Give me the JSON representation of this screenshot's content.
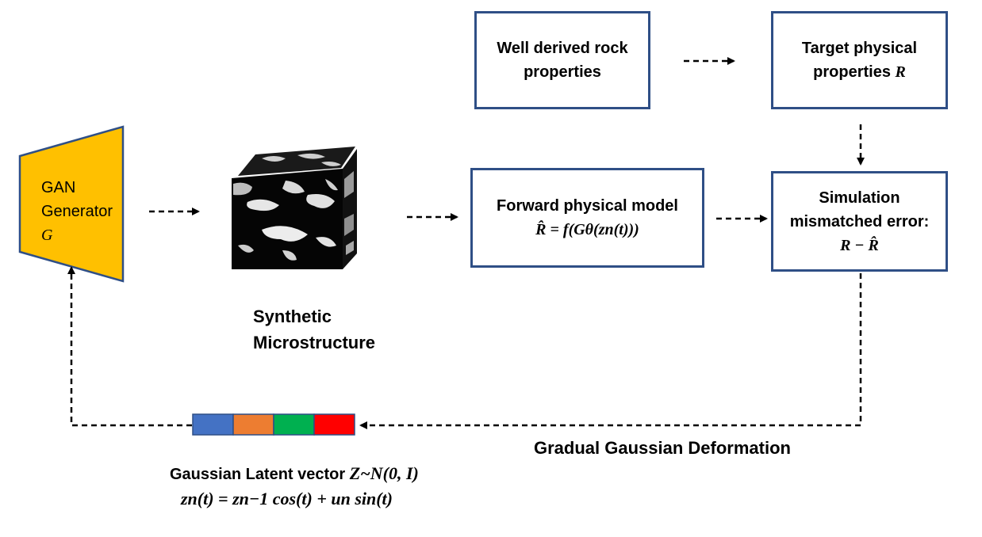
{
  "boxes": {
    "well": {
      "line1": "Well derived rock",
      "line2": "properties"
    },
    "target": {
      "line1": "Target physical",
      "line2_text": "properties ",
      "line2_math": "R"
    },
    "forward": {
      "line1": "Forward physical model",
      "formula": "R̂ = f(Gθ(zn(t)))"
    },
    "simulation": {
      "line1": "Simulation",
      "line2": "mismatched error:",
      "formula": "R − R̂"
    }
  },
  "generator": {
    "line1": "GAN",
    "line2": "Generator",
    "symbol": "G",
    "color": "#ffc000"
  },
  "microstructure": {
    "line1": "Synthetic",
    "line2": "Microstructure"
  },
  "deformation_label": "Gradual Gaussian Deformation",
  "latent": {
    "title_text": "Gaussian Latent vector ",
    "title_math": "Z~N(0, I)",
    "equation": "zn(t) = zn−1 cos(t) + un sin(t)",
    "segment_colors": [
      "#4472c4",
      "#ed7d31",
      "#00b050",
      "#ff0000"
    ]
  },
  "colors": {
    "box_border": "#2f4f86",
    "arrow": "#000000"
  }
}
